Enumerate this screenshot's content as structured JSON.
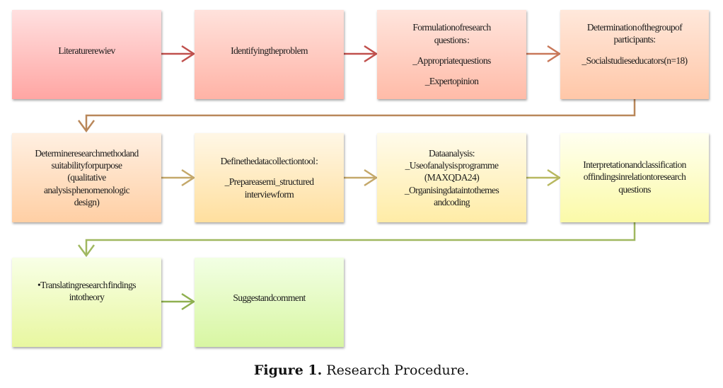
{
  "steps": [
    {
      "lines": [
        "Literaturerewiev"
      ]
    },
    {
      "lines": [
        "Identifyingtheproblem"
      ]
    },
    {
      "lines": [
        "Formulationofresearch",
        "questions :",
        "",
        "_Appropriatequestions",
        "",
        "_Expertopinion"
      ]
    },
    {
      "lines": [
        "Determination ofthegroupof",
        "participants:",
        "",
        "_Socialstudieseducators(n=18)"
      ]
    },
    {
      "lines": [
        "Determineresearchmethodand",
        "suitabilityforpurpose",
        "(qualitative",
        "analysis phenomenologic",
        "design)"
      ]
    },
    {
      "lines": [
        "Definethedatacollectiontool :",
        "",
        "_Prepareasemi_structured",
        "interviewform"
      ]
    },
    {
      "lines": [
        "Dataanalysis:",
        "_Useofanalysis programme",
        "(MAXQDA24)",
        "_Organisingdataintothemes",
        "andcoding"
      ]
    },
    {
      "lines": [
        "Interpretationandclassification",
        "offindingsinrelationtoresearch",
        "questions"
      ]
    },
    {
      "lines": [
        "•Translatingresearch findings",
        "intotheory"
      ]
    },
    {
      "lines": [
        "Suggestandcomment"
      ]
    }
  ],
  "colors": {
    "row1_arrow": "#c0504d",
    "row1_end_arrow": "#c8785a",
    "row1_to_row2_connector": "#b9875a",
    "row2_arrow": "#c4a86a",
    "row2_end_arrow": "#b8b860",
    "row2_to_row3_connector": "#a0b860",
    "row3_arrow": "#8fb050"
  },
  "caption": {
    "label": "Figure 1.",
    "text": " Research Procedure."
  }
}
